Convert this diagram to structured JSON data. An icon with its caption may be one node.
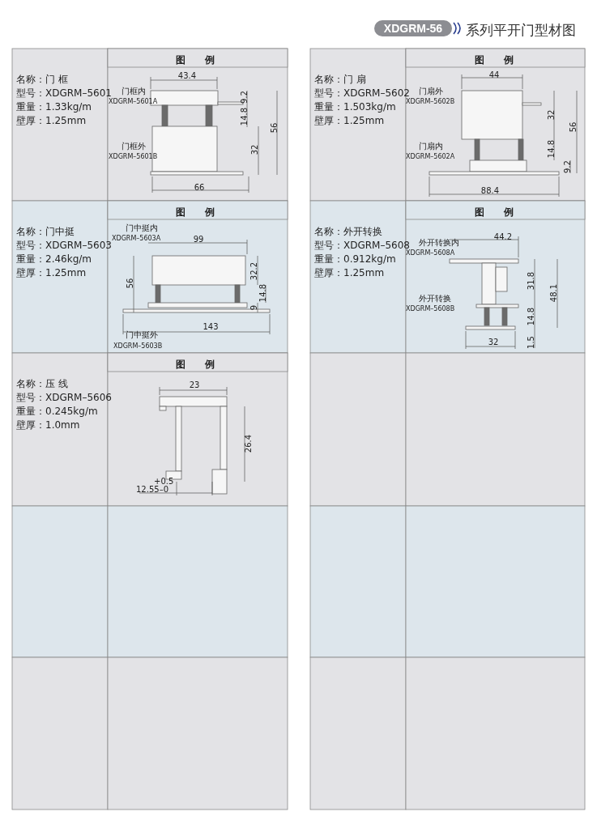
{
  "diagram": {
    "title": "系列平开门型材图",
    "labels": [
      "XDGRM-56",
      "名称：门 框",
      "型号：XDGRM–5601",
      "重量：1.33kg/m",
      "壁厚：1.25mm",
      "图　例",
      "43.4",
      "门框内",
      "XDGRM–5601A",
      "9.2",
      "14.8",
      "56",
      "门框外",
      "XDGRM–5601B",
      "32",
      "66",
      "名称：门 扇",
      "型号：XDGRM–5602",
      "重量：1.503kg/m",
      "壁厚：1.25mm",
      "图　例",
      "44",
      "门扇外",
      "XDGRM–5602B",
      "32",
      "56",
      "14.8",
      "门扇内",
      "XDGRM–5602A",
      "9.2",
      "88.4",
      "名称：门中挺",
      "型号：XDGRM–5603",
      "重量：2.46kg/m",
      "壁厚：1.25mm",
      "图　例",
      "门中挺内",
      "XDGRM–5603A",
      "99",
      "56",
      "32.2",
      "14.8",
      "9",
      "143",
      "门中挺外",
      "XDGRM–5603B",
      "名称：外开转换",
      "型号：XDGRM–5608",
      "重量：0.912kg/m",
      "壁厚：1.25mm",
      "图　例",
      "44.2",
      "外开转换内",
      "XDGRM–5608A",
      "31.8",
      "48.1",
      "外开转换",
      "XDGRM–5608B",
      "14.8",
      "32",
      "1.5",
      "名称：压 线",
      "型号：XDGRM–5606",
      "重量：0.245kg/m",
      "壁厚：1.0mm",
      "图　例",
      "23",
      "26.4",
      "+0.5",
      "12.55–0"
    ]
  }
}
